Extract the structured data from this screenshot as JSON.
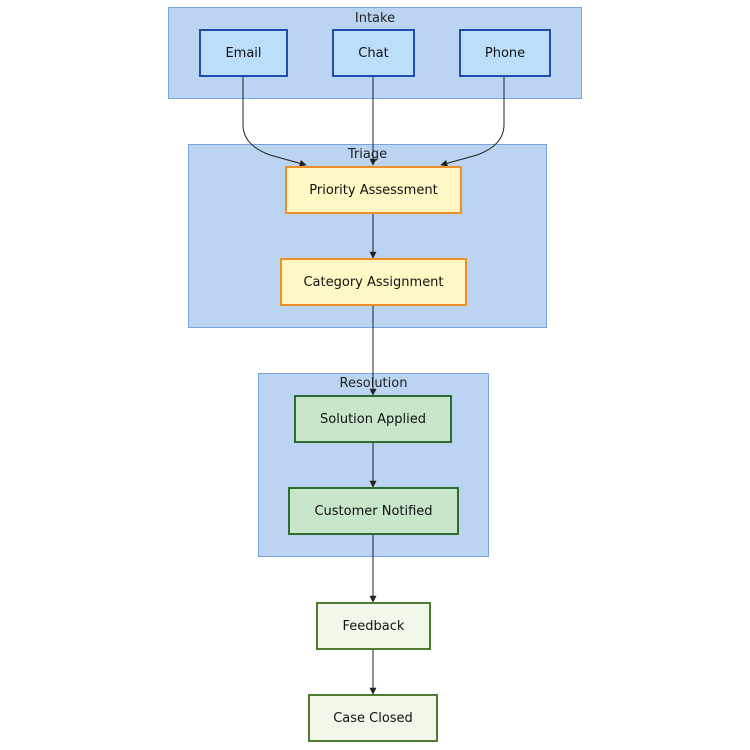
{
  "colors": {
    "group_fill": "#bad4f2",
    "group_border": "#7aa4dc",
    "intake_fill": "#bbdefb",
    "intake_border": "#1e4fae",
    "triage_fill": "#fff8c4",
    "triage_border": "#ee8f28",
    "resolution_fill": "#c8e6c9",
    "resolution_border": "#2e6b31",
    "final_fill": "#f1f8e9",
    "final_border": "#4e7d31",
    "edge": "#222222"
  },
  "groups": {
    "intake": {
      "label": "Intake"
    },
    "triage": {
      "label": "Triage"
    },
    "resolution": {
      "label": "Resolution"
    }
  },
  "nodes": {
    "email": {
      "label": "Email"
    },
    "chat": {
      "label": "Chat"
    },
    "phone": {
      "label": "Phone"
    },
    "priority": {
      "label": "Priority Assessment"
    },
    "category": {
      "label": "Category Assignment"
    },
    "solution": {
      "label": "Solution Applied"
    },
    "notified": {
      "label": "Customer Notified"
    },
    "feedback": {
      "label": "Feedback"
    },
    "closed": {
      "label": "Case Closed"
    }
  },
  "edges": [
    {
      "from": "email",
      "to": "priority"
    },
    {
      "from": "chat",
      "to": "priority"
    },
    {
      "from": "phone",
      "to": "priority"
    },
    {
      "from": "priority",
      "to": "category"
    },
    {
      "from": "category",
      "to": "solution"
    },
    {
      "from": "solution",
      "to": "notified"
    },
    {
      "from": "notified",
      "to": "feedback"
    },
    {
      "from": "feedback",
      "to": "closed"
    }
  ]
}
